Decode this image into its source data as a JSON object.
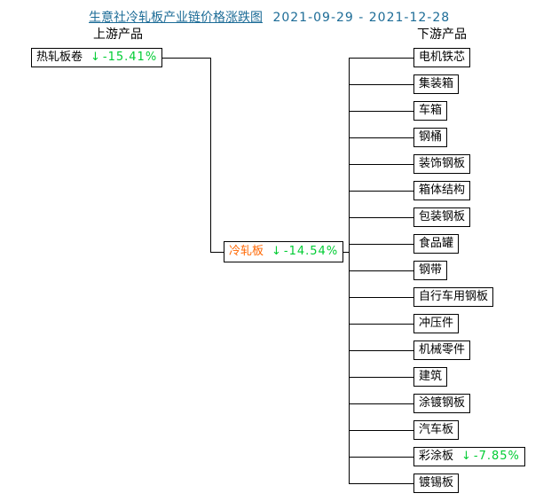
{
  "title": {
    "link_text": "生意社冷轧板产业链价格涨跌图",
    "date_range": "2021-09-29 - 2021-12-28"
  },
  "labels": {
    "upstream": "上游产品",
    "downstream": "下游产品"
  },
  "upstream_node": {
    "name": "热轧板卷",
    "arrow": "↓",
    "change": "-15.41%"
  },
  "center_node": {
    "name": "冷轧板",
    "arrow": "↓",
    "change": "-14.54%"
  },
  "downstream_nodes": [
    {
      "name": "电机铁芯"
    },
    {
      "name": "集装箱"
    },
    {
      "name": "车箱"
    },
    {
      "name": "钢桶"
    },
    {
      "name": "装饰钢板"
    },
    {
      "name": "箱体结构"
    },
    {
      "name": "包装钢板"
    },
    {
      "name": "食品罐"
    },
    {
      "name": "钢带"
    },
    {
      "name": "自行车用钢板"
    },
    {
      "name": "冲压件"
    },
    {
      "name": "机械零件"
    },
    {
      "name": "建筑"
    },
    {
      "name": "涂镀钢板"
    },
    {
      "name": "汽车板"
    },
    {
      "name": "彩涂板",
      "arrow": "↓",
      "change": "-7.85%"
    },
    {
      "name": "镀锡板"
    }
  ],
  "colors": {
    "title_blue": "#1D6C97",
    "down_green": "#00CC33",
    "center_orange": "#FF6600",
    "line_black": "#000000"
  }
}
